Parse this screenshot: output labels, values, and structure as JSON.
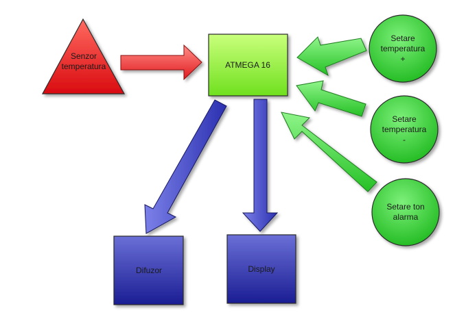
{
  "nodes": {
    "sensor": {
      "lines": [
        "Senzor",
        "temperatura"
      ]
    },
    "mcu": {
      "lines": [
        "ATMEGA 16"
      ]
    },
    "temp_plus": {
      "lines": [
        "Setare",
        "temperatura",
        "+"
      ]
    },
    "temp_minus": {
      "lines": [
        "Setare",
        "temperatura",
        "-"
      ]
    },
    "alarm_tone": {
      "lines": [
        "Setare ton",
        "alarma"
      ]
    },
    "diffuser": {
      "lines": [
        "Difuzor"
      ]
    },
    "display": {
      "lines": [
        "Display"
      ]
    }
  },
  "colors": {
    "red": "#e8141a",
    "green": "#3fcf3f",
    "lime": "#9cf23a",
    "blue": "#3538b4",
    "outline": "#2b2b2b"
  }
}
